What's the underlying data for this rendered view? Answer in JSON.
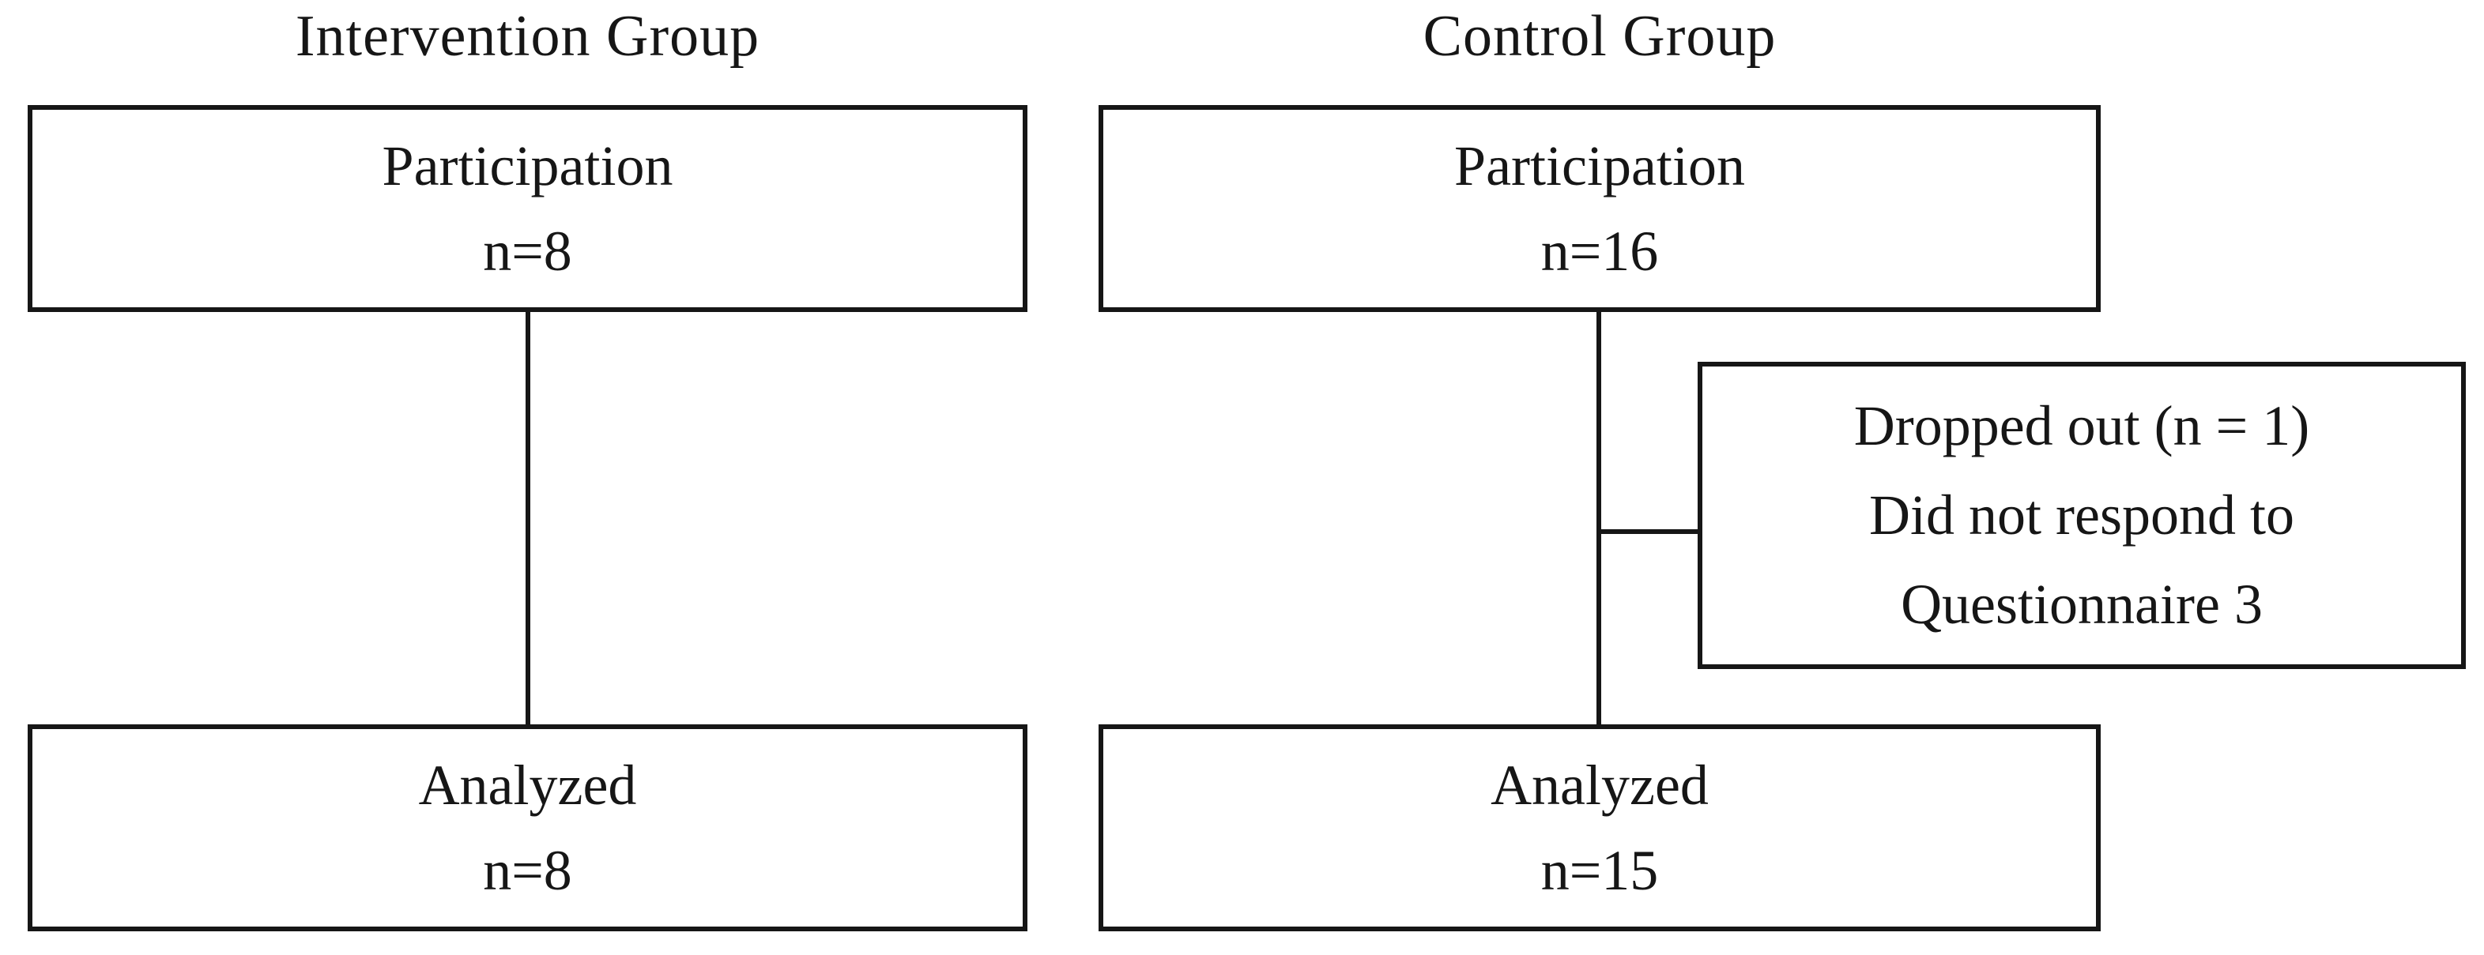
{
  "diagram": {
    "type": "participant-flow",
    "colors": {
      "background": "#ffffff",
      "line": "#161616",
      "text": "#161616"
    },
    "columns": [
      {
        "title": "Intervention Group",
        "participation": {
          "label": "Participation",
          "count": "n=8"
        },
        "analyzed": {
          "label": "Analyzed",
          "count": "n=8"
        }
      },
      {
        "title": "Control Group",
        "participation": {
          "label": "Participation",
          "count": "n=16"
        },
        "dropout": {
          "line1": "Dropped out (n = 1)",
          "line2": "Did not respond to",
          "line3": "Questionnaire 3"
        },
        "analyzed": {
          "label": "Analyzed",
          "count": "n=15"
        }
      }
    ]
  }
}
